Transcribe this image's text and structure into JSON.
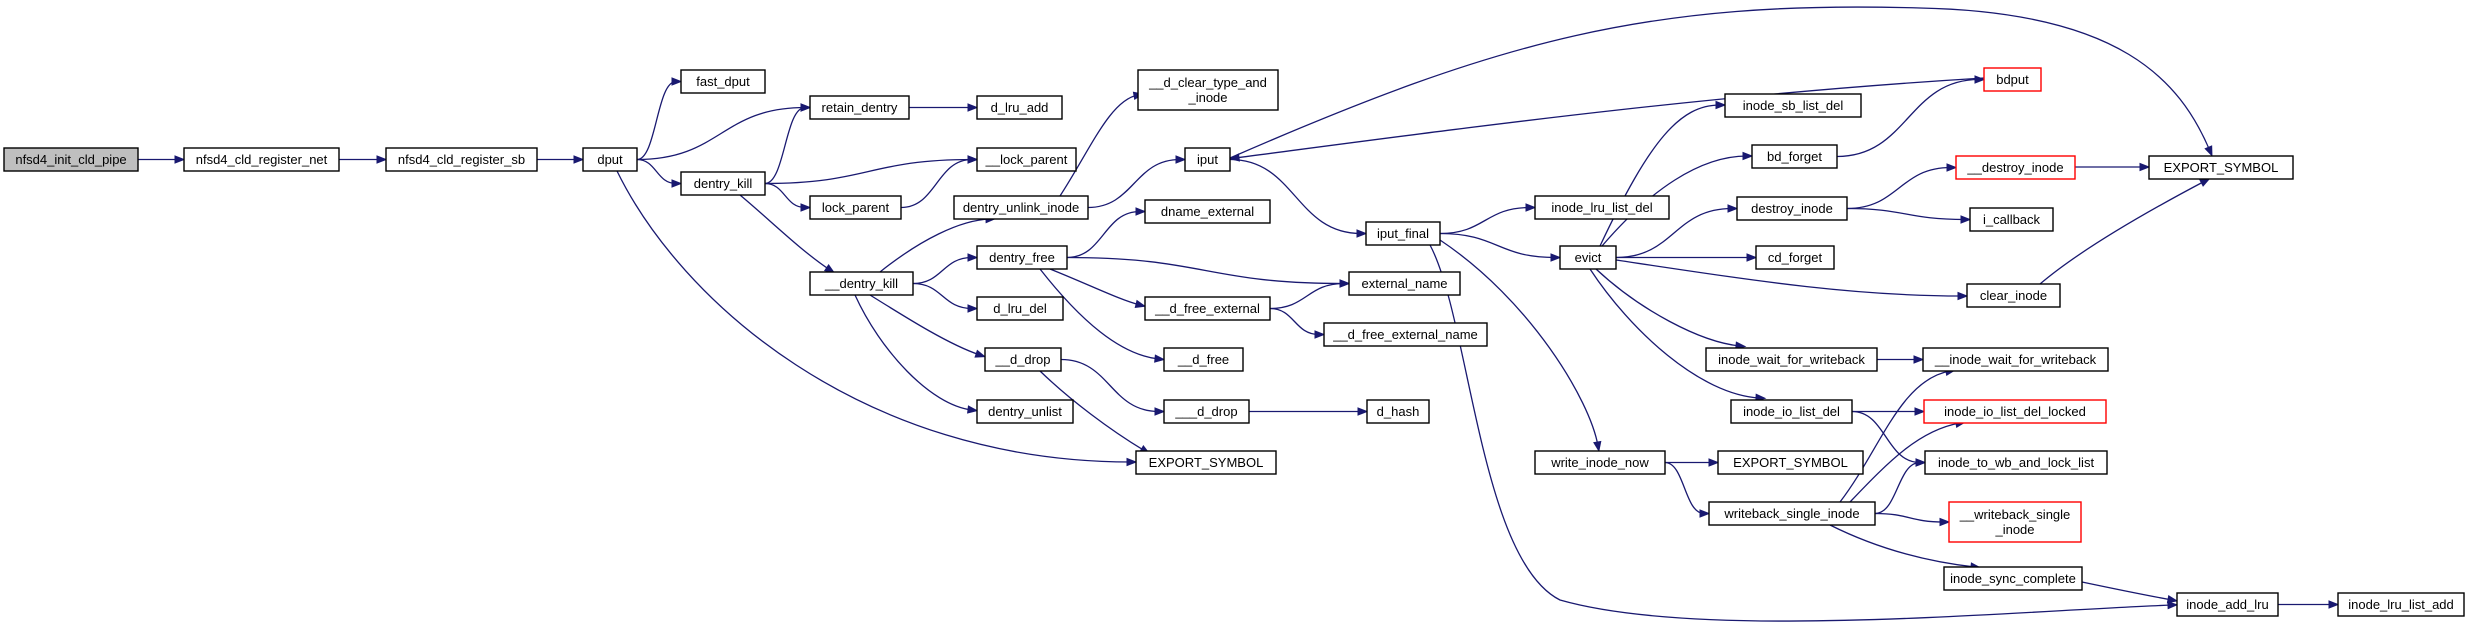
{
  "diagram": {
    "title": "",
    "colors": {
      "edge": "#191970",
      "node_border": "#000000",
      "node_border_truncated": "#ff0000",
      "node_fill": "#ffffff",
      "root_fill": "#bfbfbf"
    },
    "nodes": [
      {
        "id": "nfsd4_init_cld_pipe",
        "lines": [
          "nfsd4_init_cld_pipe"
        ],
        "root": true
      },
      {
        "id": "nfsd4_cld_register_net",
        "lines": [
          "nfsd4_cld_register_net"
        ]
      },
      {
        "id": "nfsd4_cld_register_sb",
        "lines": [
          "nfsd4_cld_register_sb"
        ]
      },
      {
        "id": "dput",
        "lines": [
          "dput"
        ]
      },
      {
        "id": "fast_dput",
        "lines": [
          "fast_dput"
        ]
      },
      {
        "id": "retain_dentry",
        "lines": [
          "retain_dentry"
        ]
      },
      {
        "id": "dentry_kill",
        "lines": [
          "dentry_kill"
        ]
      },
      {
        "id": "d_lru_add",
        "lines": [
          "d_lru_add"
        ]
      },
      {
        "id": "lock_parent_u",
        "lines": [
          "__lock_parent"
        ]
      },
      {
        "id": "lock_parent",
        "lines": [
          "lock_parent"
        ]
      },
      {
        "id": "dentry_kill_u",
        "lines": [
          "__dentry_kill"
        ]
      },
      {
        "id": "d_clear_type",
        "lines": [
          "__d_clear_type_and",
          "_inode"
        ]
      },
      {
        "id": "iput",
        "lines": [
          "iput"
        ]
      },
      {
        "id": "dentry_unlink_inode",
        "lines": [
          "dentry_unlink_inode"
        ]
      },
      {
        "id": "dname_external",
        "lines": [
          "dname_external"
        ]
      },
      {
        "id": "dentry_free",
        "lines": [
          "dentry_free"
        ]
      },
      {
        "id": "d_lru_del",
        "lines": [
          "d_lru_del"
        ]
      },
      {
        "id": "d_free_external",
        "lines": [
          "__d_free_external"
        ]
      },
      {
        "id": "d_free",
        "lines": [
          "__d_free"
        ]
      },
      {
        "id": "d_drop",
        "lines": [
          "__d_drop"
        ]
      },
      {
        "id": "dentry_unlist",
        "lines": [
          "dentry_unlist"
        ]
      },
      {
        "id": "d_drop2",
        "lines": [
          "___d_drop"
        ]
      },
      {
        "id": "export_symbol_1",
        "lines": [
          "EXPORT_SYMBOL"
        ]
      },
      {
        "id": "external_name",
        "lines": [
          "external_name"
        ]
      },
      {
        "id": "d_free_external_name",
        "lines": [
          "__d_free_external_name"
        ]
      },
      {
        "id": "d_hash",
        "lines": [
          "d_hash"
        ]
      },
      {
        "id": "iput_final",
        "lines": [
          "iput_final"
        ]
      },
      {
        "id": "bdput",
        "lines": [
          "bdput"
        ],
        "truncated": true
      },
      {
        "id": "inode_lru_list_del",
        "lines": [
          "inode_lru_list_del"
        ]
      },
      {
        "id": "evict",
        "lines": [
          "evict"
        ]
      },
      {
        "id": "write_inode_now",
        "lines": [
          "write_inode_now"
        ]
      },
      {
        "id": "inode_sb_list_del",
        "lines": [
          "inode_sb_list_del"
        ]
      },
      {
        "id": "bd_forget",
        "lines": [
          "bd_forget"
        ]
      },
      {
        "id": "destroy_inode",
        "lines": [
          "destroy_inode"
        ]
      },
      {
        "id": "cd_forget",
        "lines": [
          "cd_forget"
        ]
      },
      {
        "id": "clear_inode",
        "lines": [
          "clear_inode"
        ]
      },
      {
        "id": "inode_wait_for_writeback",
        "lines": [
          "inode_wait_for_writeback"
        ]
      },
      {
        "id": "inode_io_list_del",
        "lines": [
          "inode_io_list_del"
        ]
      },
      {
        "id": "export_symbol_2",
        "lines": [
          "EXPORT_SYMBOL"
        ]
      },
      {
        "id": "writeback_single_inode",
        "lines": [
          "writeback_single_inode"
        ]
      },
      {
        "id": "inode_sync_complete",
        "lines": [
          "inode_sync_complete"
        ]
      },
      {
        "id": "destroy_inode_u",
        "lines": [
          "__destroy_inode"
        ],
        "truncated": true
      },
      {
        "id": "i_callback",
        "lines": [
          "i_callback"
        ]
      },
      {
        "id": "inode_wait_for_writeback_u",
        "lines": [
          "__inode_wait_for_writeback"
        ]
      },
      {
        "id": "inode_io_list_del_locked",
        "lines": [
          "inode_io_list_del_locked"
        ],
        "truncated": true
      },
      {
        "id": "inode_to_wb_and_lock_list",
        "lines": [
          "inode_to_wb_and_lock_list"
        ]
      },
      {
        "id": "writeback_single_inode_u",
        "lines": [
          "__writeback_single",
          "_inode"
        ],
        "truncated": true
      },
      {
        "id": "inode_add_lru",
        "lines": [
          "inode_add_lru"
        ]
      },
      {
        "id": "export_symbol_3",
        "lines": [
          "EXPORT_SYMBOL"
        ]
      },
      {
        "id": "inode_lru_list_add",
        "lines": [
          "inode_lru_list_add"
        ]
      }
    ],
    "edges": [
      [
        "nfsd4_init_cld_pipe",
        "nfsd4_cld_register_net"
      ],
      [
        "nfsd4_cld_register_net",
        "nfsd4_cld_register_sb"
      ],
      [
        "nfsd4_cld_register_sb",
        "dput"
      ],
      [
        "dput",
        "fast_dput"
      ],
      [
        "dput",
        "retain_dentry"
      ],
      [
        "dput",
        "dentry_kill"
      ],
      [
        "dput",
        "export_symbol_1"
      ],
      [
        "retain_dentry",
        "d_lru_add"
      ],
      [
        "dentry_kill",
        "retain_dentry"
      ],
      [
        "dentry_kill",
        "lock_parent_u"
      ],
      [
        "dentry_kill",
        "lock_parent"
      ],
      [
        "dentry_kill",
        "dentry_kill_u"
      ],
      [
        "lock_parent",
        "lock_parent_u"
      ],
      [
        "dentry_kill_u",
        "dentry_unlink_inode"
      ],
      [
        "dentry_kill_u",
        "dentry_free"
      ],
      [
        "dentry_kill_u",
        "d_lru_del"
      ],
      [
        "dentry_kill_u",
        "d_drop"
      ],
      [
        "dentry_kill_u",
        "dentry_unlist"
      ],
      [
        "dentry_unlink_inode",
        "d_clear_type"
      ],
      [
        "dentry_unlink_inode",
        "iput"
      ],
      [
        "dentry_free",
        "dname_external"
      ],
      [
        "dentry_free",
        "external_name"
      ],
      [
        "dentry_free",
        "d_free_external"
      ],
      [
        "dentry_free",
        "d_free"
      ],
      [
        "d_free_external",
        "external_name"
      ],
      [
        "d_free_external",
        "d_free_external_name"
      ],
      [
        "d_drop",
        "d_drop2"
      ],
      [
        "d_drop",
        "export_symbol_1"
      ],
      [
        "d_drop2",
        "d_hash"
      ],
      [
        "iput",
        "export_symbol_3"
      ],
      [
        "iput",
        "iput_final"
      ],
      [
        "bdput",
        "iput"
      ],
      [
        "iput_final",
        "inode_lru_list_del"
      ],
      [
        "iput_final",
        "evict"
      ],
      [
        "iput_final",
        "write_inode_now"
      ],
      [
        "iput_final",
        "inode_add_lru"
      ],
      [
        "evict",
        "inode_sb_list_del"
      ],
      [
        "evict",
        "bd_forget"
      ],
      [
        "evict",
        "destroy_inode"
      ],
      [
        "evict",
        "cd_forget"
      ],
      [
        "evict",
        "clear_inode"
      ],
      [
        "evict",
        "inode_wait_for_writeback"
      ],
      [
        "evict",
        "inode_io_list_del"
      ],
      [
        "bd_forget",
        "bdput"
      ],
      [
        "destroy_inode",
        "destroy_inode_u"
      ],
      [
        "destroy_inode",
        "i_callback"
      ],
      [
        "destroy_inode_u",
        "export_symbol_3"
      ],
      [
        "clear_inode",
        "export_symbol_3"
      ],
      [
        "inode_wait_for_writeback",
        "inode_wait_for_writeback_u"
      ],
      [
        "inode_io_list_del",
        "inode_io_list_del_locked"
      ],
      [
        "inode_io_list_del",
        "inode_to_wb_and_lock_list"
      ],
      [
        "write_inode_now",
        "export_symbol_2"
      ],
      [
        "write_inode_now",
        "writeback_single_inode"
      ],
      [
        "writeback_single_inode",
        "inode_wait_for_writeback_u"
      ],
      [
        "writeback_single_inode",
        "inode_io_list_del_locked"
      ],
      [
        "writeback_single_inode",
        "inode_to_wb_and_lock_list"
      ],
      [
        "writeback_single_inode",
        "writeback_single_inode_u"
      ],
      [
        "writeback_single_inode",
        "inode_sync_complete"
      ],
      [
        "inode_sync_complete",
        "inode_add_lru"
      ],
      [
        "inode_add_lru",
        "inode_lru_list_add"
      ]
    ]
  }
}
